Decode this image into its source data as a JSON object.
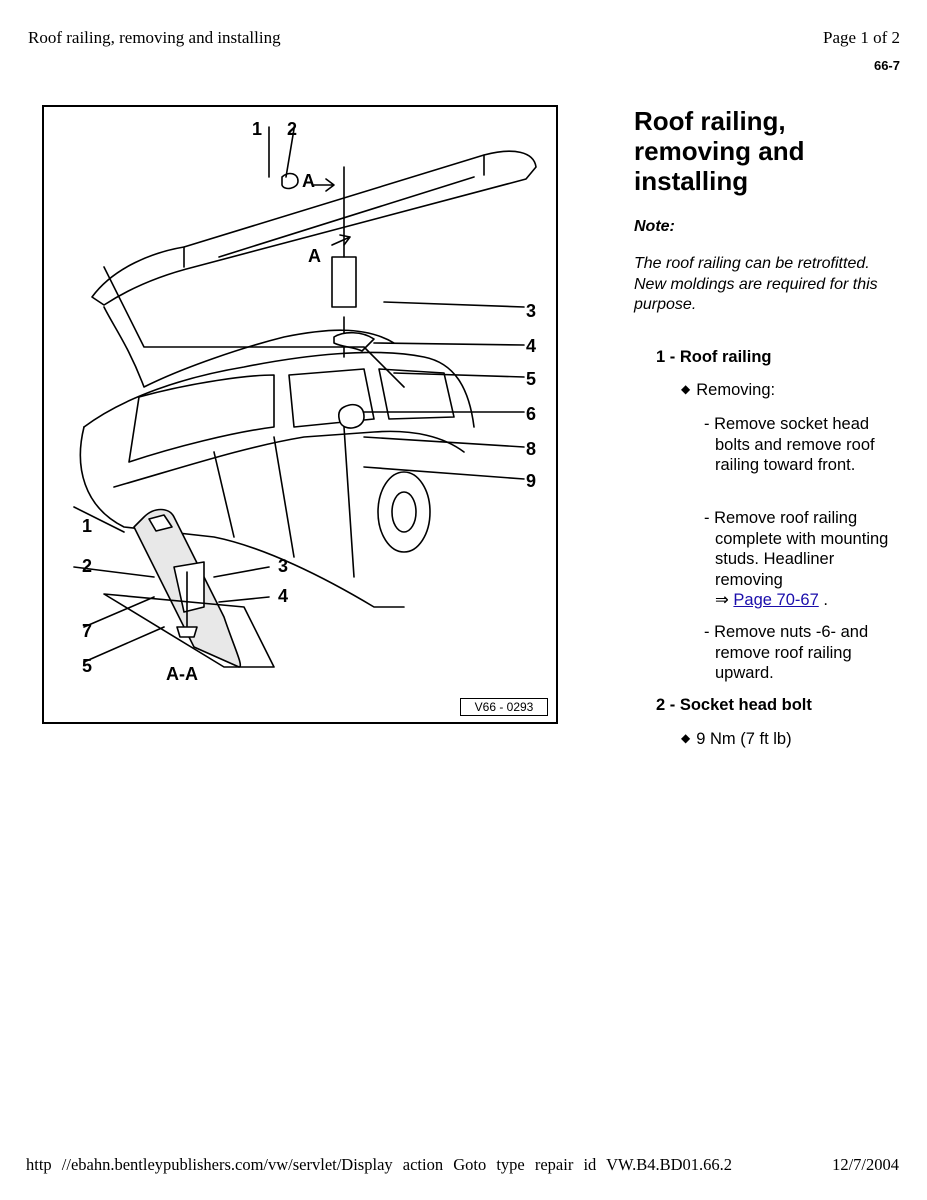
{
  "header": {
    "title": "Roof railing, removing and installing",
    "page": "Page 1 of 2",
    "code": "66-7"
  },
  "figure": {
    "code": "V66 - 0293",
    "callouts": [
      "1",
      "2",
      "3",
      "4",
      "5",
      "6",
      "8",
      "9",
      "A",
      "A"
    ],
    "section_callouts": [
      "1",
      "2",
      "3",
      "4",
      "7",
      "5"
    ],
    "section_label": "A-A"
  },
  "content": {
    "title_lines": [
      "Roof railing,",
      "removing and",
      "installing"
    ],
    "note_label": "Note:",
    "note_text": "The roof railing can be retrofitted. New moldings are required for this purpose.",
    "items": [
      {
        "heading": "1 - Roof railing",
        "bullet": "Removing:",
        "steps": [
          "- Remove socket head bolts and remove roof railing toward front.",
          "- Remove roof railing complete with mounting studs. Headliner removing"
        ],
        "link_prefix": "⇒",
        "link_text": "Page 70-67",
        "link_suffix": ".",
        "step3": "- Remove nuts -6- and remove roof railing upward."
      },
      {
        "heading": "2 - Socket head bolt",
        "bullet": "9 Nm (7 ft lb)"
      }
    ]
  },
  "footer": {
    "url": "http //ebahn.bentleypublishers.com/vw/servlet/Display action Goto type repair id VW.B4.BD01.66.2",
    "date": "12/7/2004"
  }
}
